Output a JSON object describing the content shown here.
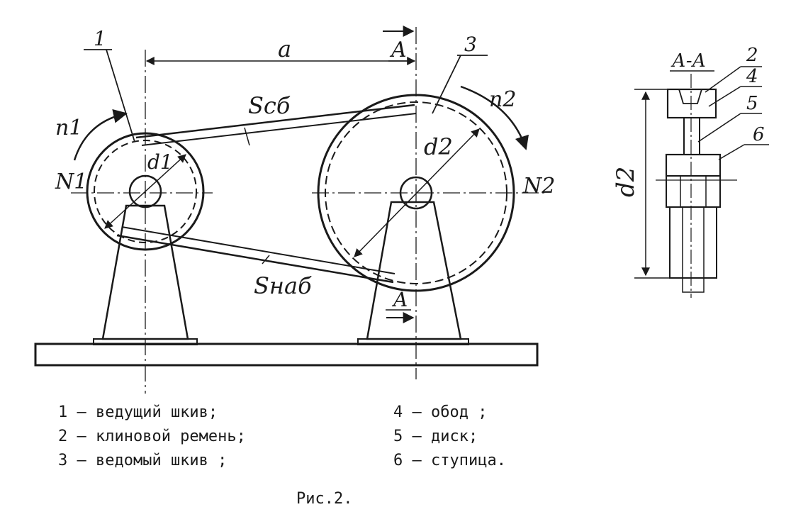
{
  "labels": {
    "drive_pulley_num": "1",
    "driven_pulley_num": "3",
    "center_distance": "a",
    "section_mark_top": "A",
    "section_mark_bottom": "A",
    "slack_tension": "Sсб",
    "tight_tension": "Sнаб",
    "n1": "n1",
    "n2": "n2",
    "d1": "d1",
    "d2": "d2",
    "N1": "N1",
    "N2": "N2",
    "section_title": "А-А",
    "section_d2": "d2",
    "part2": "2",
    "part4": "4",
    "part5": "5",
    "part6": "6"
  },
  "legend": {
    "item1": "1 – ведущий шкив;",
    "item2": "2 – клиновой ремень;",
    "item3": "3 – ведомый шкив ;",
    "item4": "4 – обод ;",
    "item5": "5 – диск;",
    "item6": "6 – ступица."
  },
  "caption": "Рис.2."
}
